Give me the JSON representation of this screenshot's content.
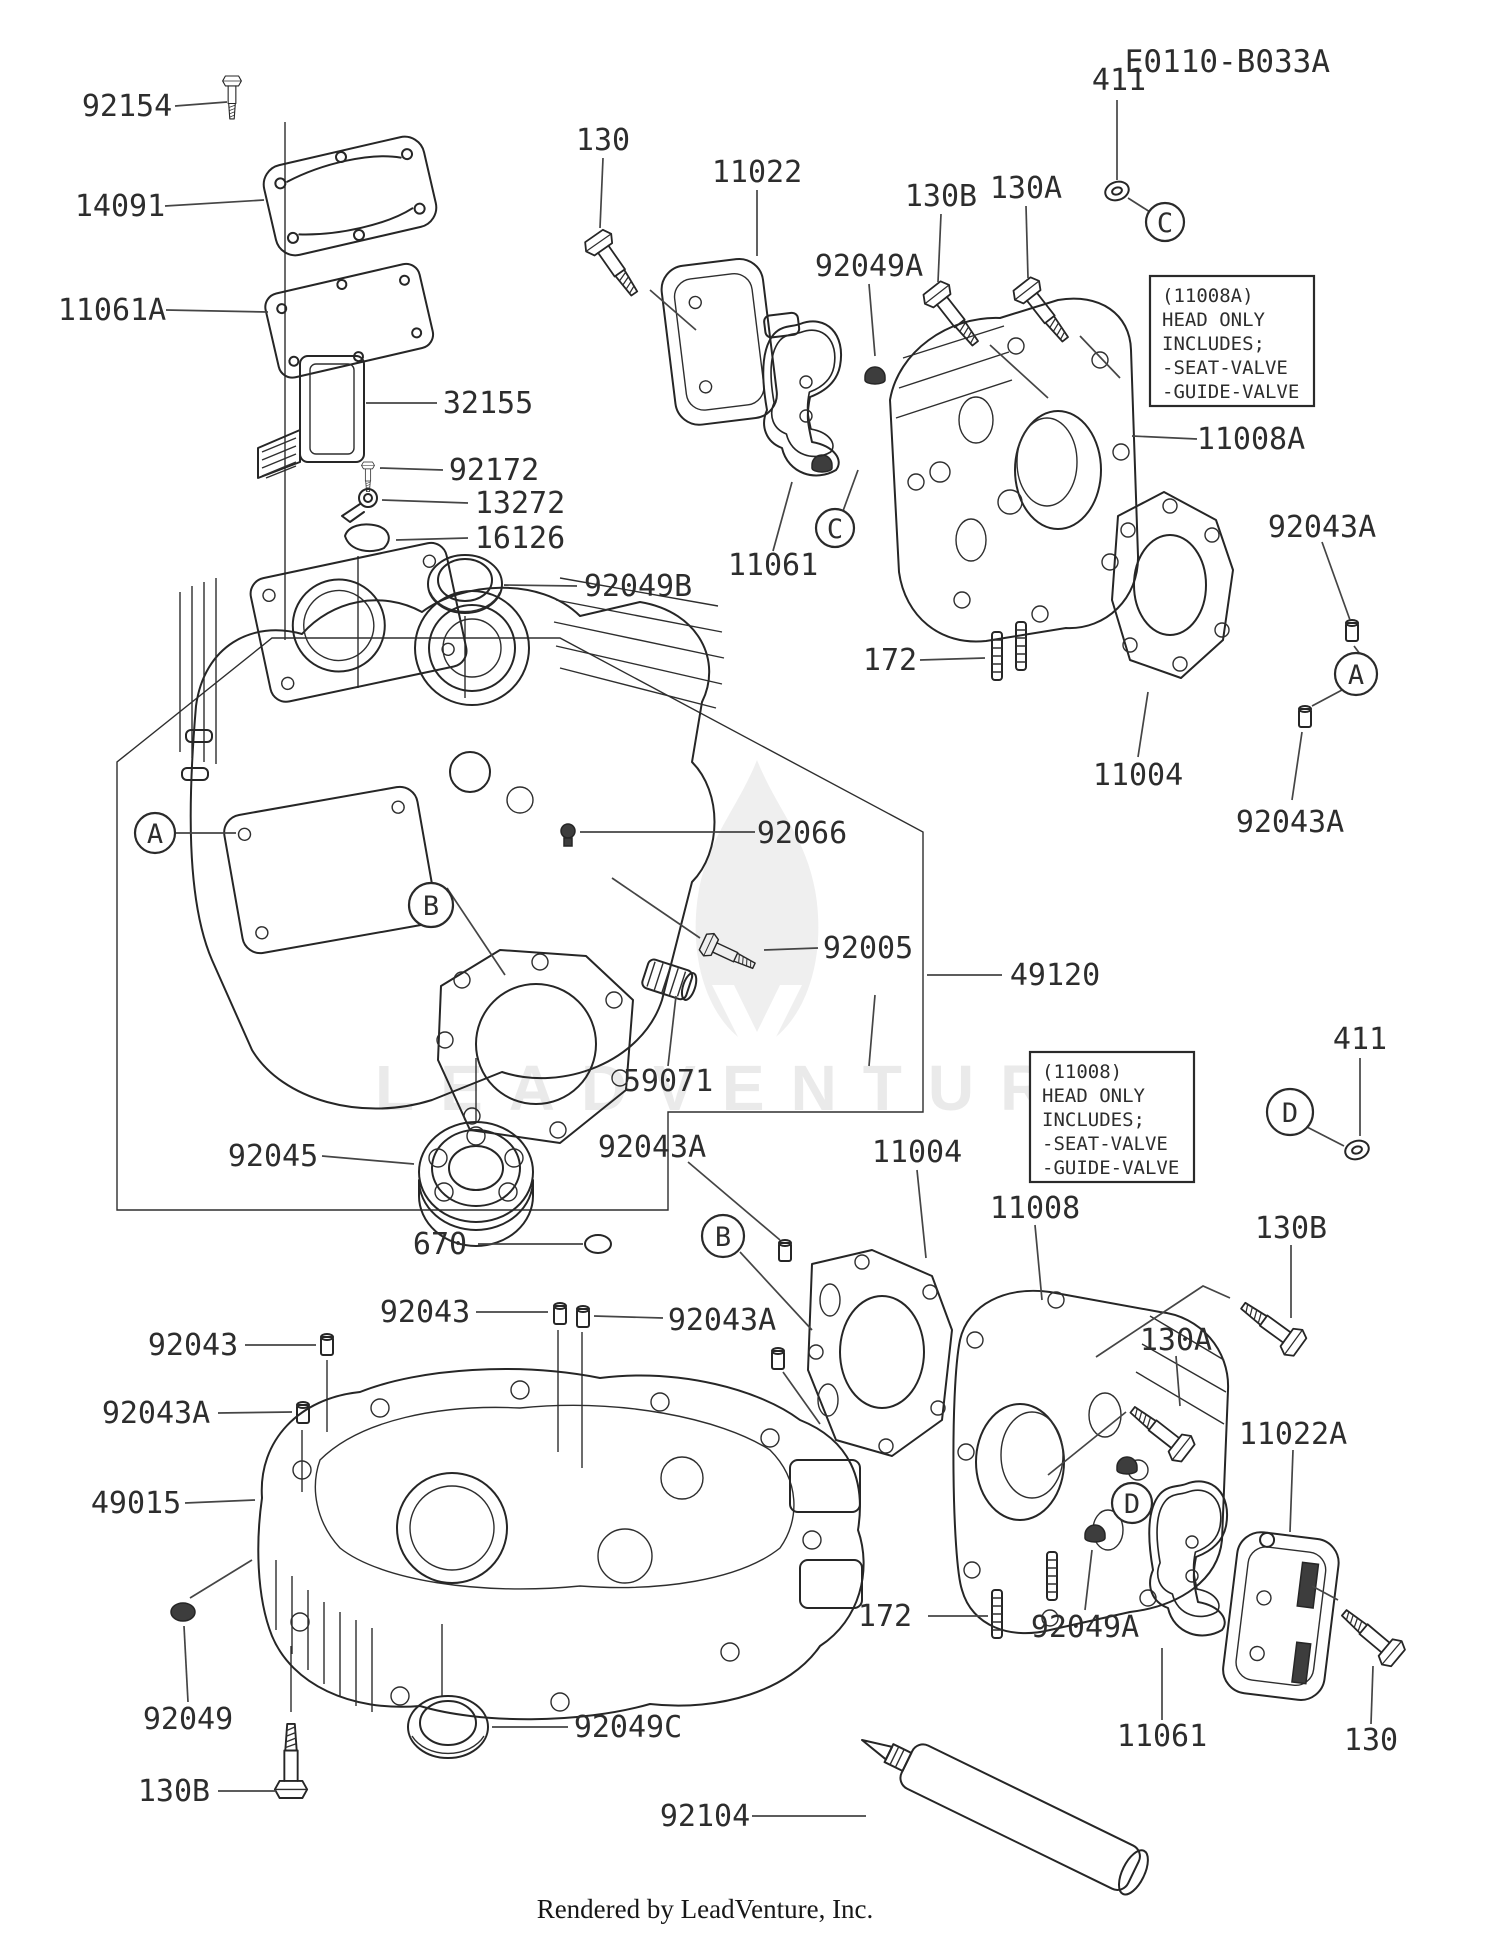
{
  "code": "E0110-B033A",
  "footer": "Rendered by LeadVenture, Inc.",
  "watermark": "LEADVENTURE",
  "letters": {
    "a": "A",
    "b": "B",
    "c": "C",
    "d": "D"
  },
  "note_box_top": {
    "l1": "(11008A)",
    "l2": "HEAD ONLY",
    "l3": "INCLUDES;",
    "l4": "-SEAT-VALVE",
    "l5": "-GUIDE-VALVE"
  },
  "note_box_bottom": {
    "l1": "(11008)",
    "l2": "HEAD ONLY",
    "l3": "INCLUDES;",
    "l4": "-SEAT-VALVE",
    "l5": "-GUIDE-VALVE"
  },
  "parts": {
    "p92154": {
      "label": "92154"
    },
    "p14091": {
      "label": "14091"
    },
    "p11061a": {
      "label": "11061A"
    },
    "p32155": {
      "label": "32155"
    },
    "p92172": {
      "label": "92172"
    },
    "p13272": {
      "label": "13272"
    },
    "p16126": {
      "label": "16126"
    },
    "p92049b": {
      "label": "92049B"
    },
    "p130_1": {
      "label": "130"
    },
    "p11022": {
      "label": "11022"
    },
    "p92049a_1": {
      "label": "92049A"
    },
    "p130b_1": {
      "label": "130B"
    },
    "p130a_1": {
      "label": "130A"
    },
    "p411_1": {
      "label": "411"
    },
    "p11008a": {
      "label": "11008A"
    },
    "p92043a_1": {
      "label": "92043A"
    },
    "p92043a_2": {
      "label": "92043A"
    },
    "p11004_1": {
      "label": "11004"
    },
    "p172_1": {
      "label": "172"
    },
    "p11061_1": {
      "label": "11061"
    },
    "p92066": {
      "label": "92066"
    },
    "p92005": {
      "label": "92005"
    },
    "p49120": {
      "label": "49120"
    },
    "p59071": {
      "label": "59071"
    },
    "p92045": {
      "label": "92045"
    },
    "p670": {
      "label": "670"
    },
    "p411_2": {
      "label": "411"
    },
    "p11008": {
      "label": "11008"
    },
    "p130b_2": {
      "label": "130B"
    },
    "p130a_2": {
      "label": "130A"
    },
    "p11022a": {
      "label": "11022A"
    },
    "p130_2": {
      "label": "130"
    },
    "p92049a_2": {
      "label": "92049A"
    },
    "p11061_2": {
      "label": "11061"
    },
    "p172_2": {
      "label": "172"
    },
    "p92043a_5": {
      "label": "92043A"
    },
    "p11004_2": {
      "label": "11004"
    },
    "p92043_2": {
      "label": "92043"
    },
    "p92043a_4": {
      "label": "92043A"
    },
    "p92043_1": {
      "label": "92043"
    },
    "p92043a_3": {
      "label": "92043A"
    },
    "p49015": {
      "label": "49015"
    },
    "p92049": {
      "label": "92049"
    },
    "p130b_3": {
      "label": "130B"
    },
    "p92049c": {
      "label": "92049C"
    },
    "p92104": {
      "label": "92104"
    }
  }
}
